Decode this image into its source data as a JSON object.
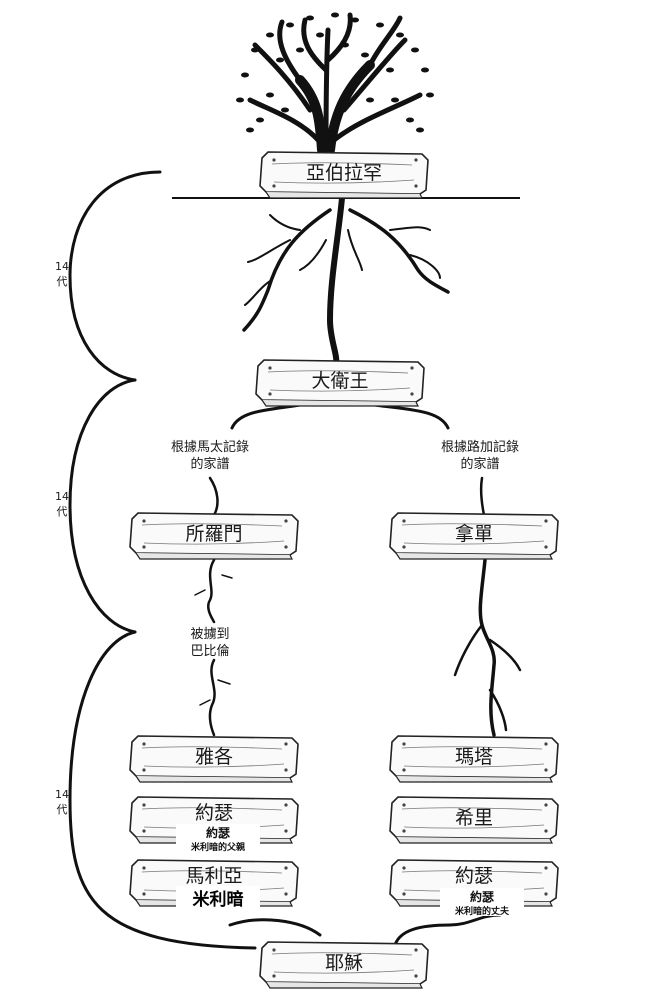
{
  "nodes": {
    "abraham": "亞伯拉罕",
    "david": "大衛王",
    "solomon": "所羅門",
    "nathan": "拿單",
    "jacob": "雅各",
    "matthat": "瑪塔",
    "joseph_left": "約瑟",
    "heli": "希里",
    "mary_plank": "馬利亞",
    "joseph_right": "約瑟",
    "jesus": "耶穌"
  },
  "notes": {
    "matthew_line1": "根據馬太記錄",
    "matthew_line2": "的家譜",
    "luke_line1": "根據路加記錄",
    "luke_line2": "的家譜",
    "exile_line1": "被擄到",
    "exile_line2": "巴比倫"
  },
  "generations": [
    {
      "count": "14",
      "unit": "代"
    },
    {
      "count": "14",
      "unit": "代"
    },
    {
      "count": "14",
      "unit": "代"
    }
  ],
  "overlays": {
    "joseph_name": "約瑟",
    "joseph_desc": "米利暗的父親",
    "miriam_name": "米利暗",
    "husband_name": "約瑟",
    "husband_desc": "米利暗的丈夫"
  }
}
